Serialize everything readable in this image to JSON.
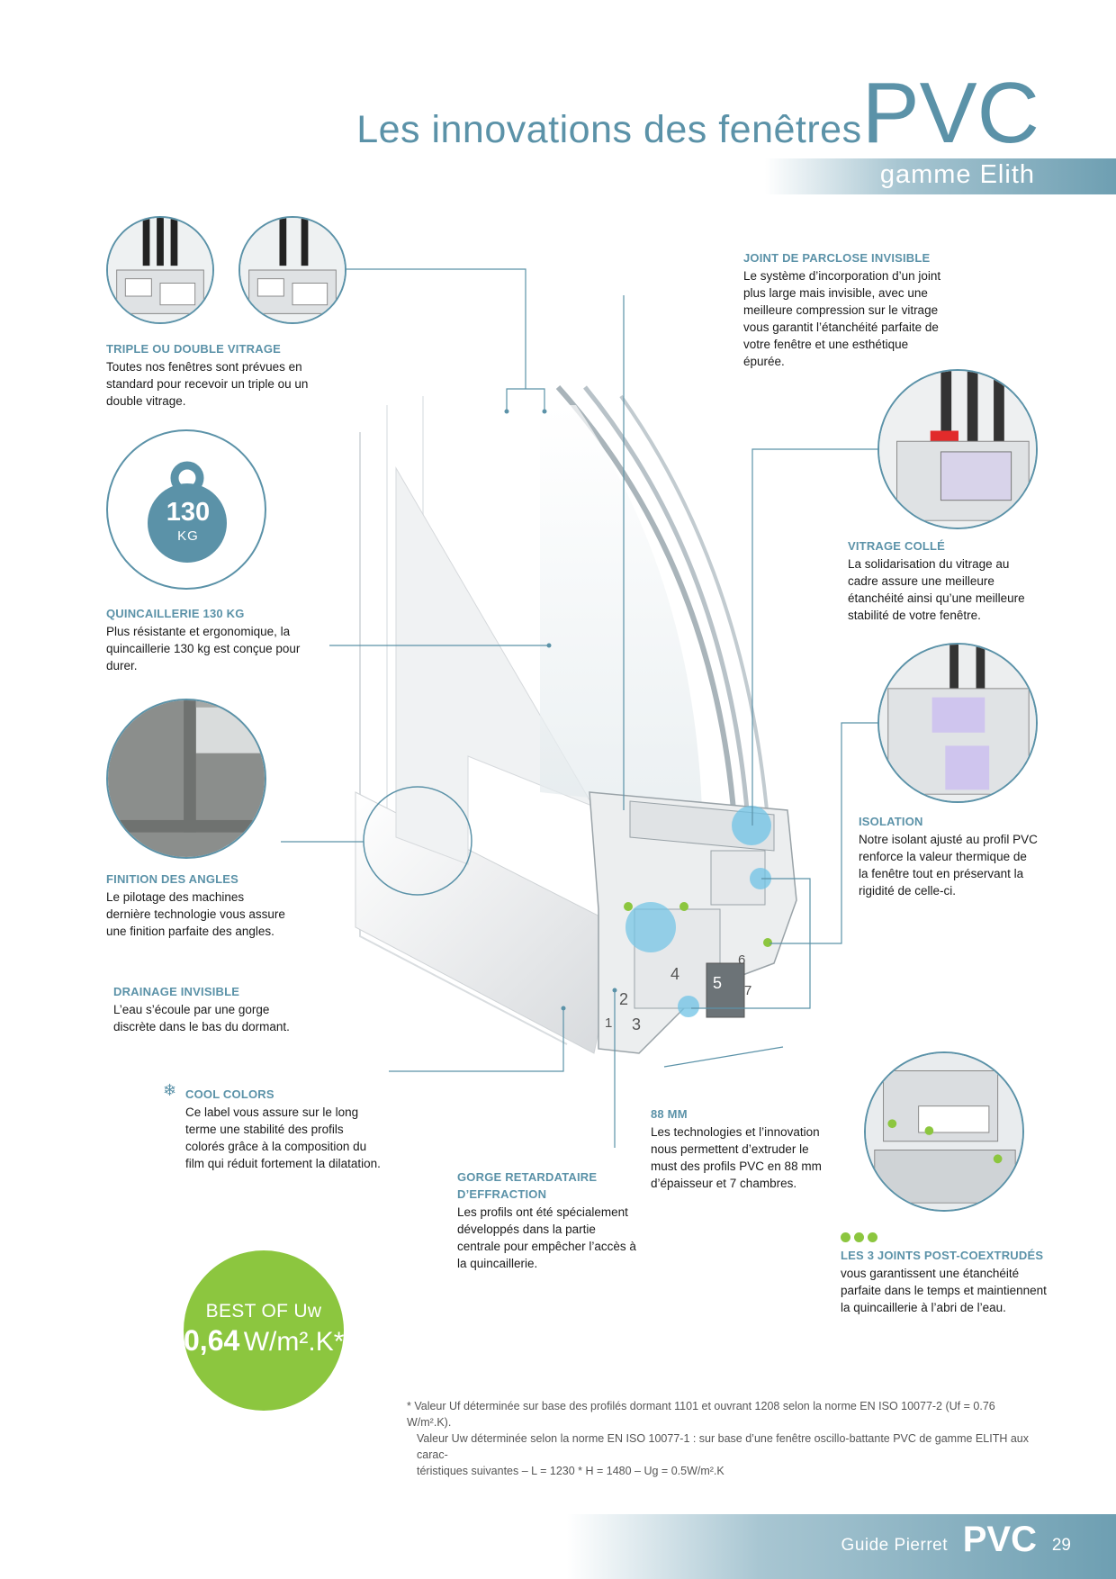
{
  "header": {
    "title": "Les innovations des fenêtres",
    "title_big": "PVC",
    "subtitle": "gamme Elith"
  },
  "features": {
    "triple": {
      "title": "TRIPLE OU DOUBLE VITRAGE",
      "text": "Toutes nos fenêtres sont prévues en standard pour recevoir un triple ou un double vitrage."
    },
    "quincaillerie": {
      "title": "QUINCAILLERIE 130 KG",
      "text": "Plus résistante et ergonomique, la quincaillerie 130 kg est conçue pour durer."
    },
    "finition": {
      "title": "FINITION DES ANGLES",
      "text": "Le pilotage des machines dernière technologie vous assure une finition parfaite des angles."
    },
    "drainage": {
      "title": "DRAINAGE INVISIBLE",
      "text": "L’eau s’écoule par une gorge discrète dans le bas du dormant."
    },
    "cool": {
      "title": "COOL COLORS",
      "text": "Ce label vous assure sur le long terme une stabilité des profils colorés grâce à la composition du film qui réduit fortement la dilatation."
    },
    "gorge": {
      "title": "GORGE RETARDATAIRE D’EFFRACTION",
      "text": "Les profils ont été spécialement développés dans la partie centrale pour empêcher l’accès à la quincaillerie."
    },
    "mm88": {
      "title": "88 MM",
      "text": "Les technologies et l’innovation nous permettent d’extruder le must des profils PVC en 88 mm d’épaisseur et 7 chambres."
    },
    "joint": {
      "title": "JOINT DE PARCLOSE INVISIBLE",
      "text": "Le système d’incorporation d’un joint plus large mais invisible, avec une meilleure compression sur le vitrage vous garantit l’étanchéité parfaite de votre fenêtre et une esthétique épurée."
    },
    "vitrage": {
      "title": "VITRAGE COLLÉ",
      "text": "La solidarisation du vitrage au cadre assure une meilleure étanchéité ainsi qu’une meilleure stabilité de votre fenêtre."
    },
    "isolation": {
      "title": "ISOLATION",
      "text": "Notre isolant ajusté au profil PVC renforce la valeur thermique de la fenêtre tout en préservant la rigidité de celle-ci."
    },
    "joints3": {
      "title": "LES 3 JOINTS POST-COEXTRUDÉS",
      "text": "vous garantissent une étanchéité parfaite dans le temps et maintiennent la quincaillerie à l’abri de l’eau."
    }
  },
  "weight_badge": {
    "number": "130",
    "unit": "KG"
  },
  "green_badge": {
    "line1": "BEST OF Uw",
    "value": "0,64",
    "unit": "W/m².K*"
  },
  "chamber_numbers": [
    "1",
    "2",
    "3",
    "4",
    "5",
    "6",
    "7"
  ],
  "footnote": {
    "line1": "* Valeur Uf déterminée sur base des profilés dormant 1101 et ouvrant 1208 selon la norme EN ISO 10077-2 (Uf = 0.76 W/m².K).",
    "line2": "Valeur Uw déterminée selon la norme EN ISO 10077-1 : sur base d’une fenêtre oscillo-battante PVC de gamme ELITH aux carac-",
    "line3": "téristiques suivantes – L = 1230 * H = 1480 – Ug = 0.5W/m².K"
  },
  "footer": {
    "guide": "Guide Pierret",
    "brand": "PVC",
    "page": "29"
  },
  "colors": {
    "accent": "#5b92a8",
    "green": "#8cc63f",
    "light_blue": "#6fc3e6"
  }
}
